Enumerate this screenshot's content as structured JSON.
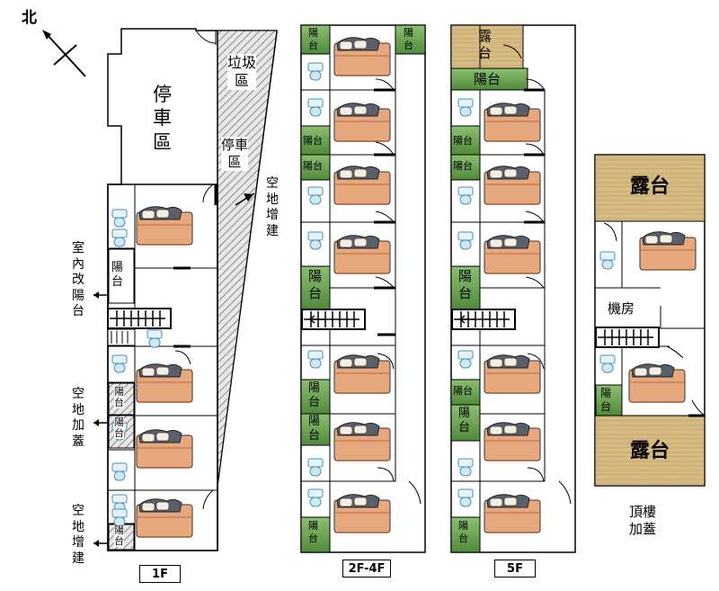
{
  "compass": {
    "north": "北"
  },
  "floor1": {
    "parking": [
      "停",
      "車",
      "區"
    ],
    "garbage": [
      "垃圾",
      "區"
    ],
    "parking2": [
      "停車",
      "區"
    ],
    "balcony": [
      "陽",
      "台"
    ],
    "balcony_small": [
      "陽",
      "台"
    ],
    "label": "1F"
  },
  "annotations": {
    "vacant_expansion_right": [
      "空",
      "地",
      "增",
      "建"
    ],
    "indoor_balcony": [
      "室",
      "內",
      "改",
      "陽",
      "台"
    ],
    "vacant_addition": [
      "空",
      "地",
      "加",
      "蓋"
    ],
    "vacant_expansion_left": [
      "空",
      "地",
      "增",
      "建"
    ],
    "rooftop_addition": [
      "頂樓",
      "加蓋"
    ]
  },
  "floor2_4": {
    "balcony": [
      "陽",
      "台"
    ],
    "label": "2F-4F"
  },
  "floor5": {
    "terrace": [
      "露",
      "台"
    ],
    "balcony_wide": "陽台",
    "balcony": [
      "陽",
      "台"
    ],
    "label": "5F"
  },
  "rooftop": {
    "terrace_top": "露台",
    "machine_room": "機房",
    "balcony": [
      "陽",
      "台"
    ],
    "terrace_bottom": "露台"
  },
  "colors": {
    "balcony_green": "#6fa35a",
    "terrace_tan": "#d9c08a",
    "bed_orange": "#e7a27a",
    "hatch": "#9a9a9a"
  }
}
